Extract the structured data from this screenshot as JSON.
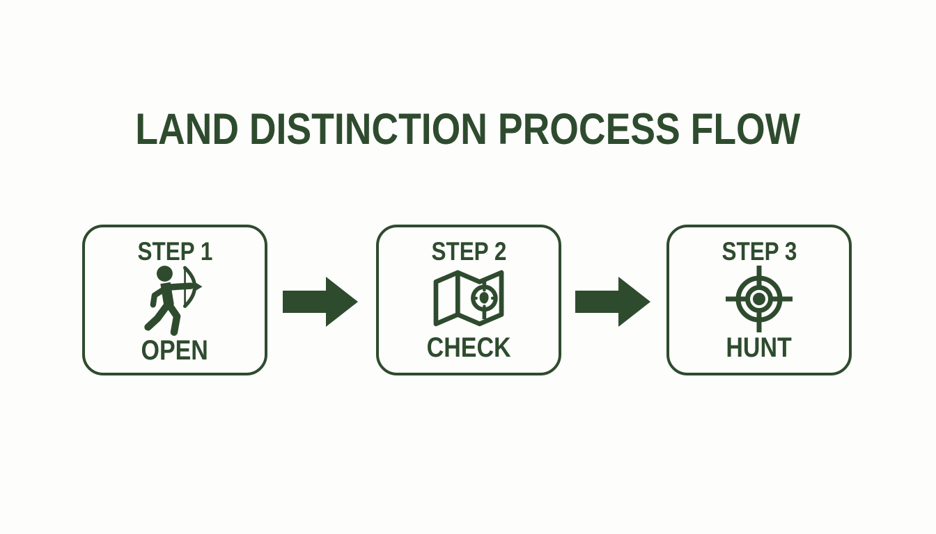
{
  "title": "LAND DISTINCTION PROCESS FLOW",
  "colors": {
    "primary": "#2e4b2e",
    "background": "#fdfdfc"
  },
  "steps": [
    {
      "step_label": "STEP 1",
      "action_label": "OPEN",
      "icon": "archer-bow-icon"
    },
    {
      "step_label": "STEP 2",
      "action_label": "CHECK",
      "icon": "trifold-map-compass-icon"
    },
    {
      "step_label": "STEP 3",
      "action_label": "HUNT",
      "icon": "crosshair-target-icon"
    }
  ],
  "connectors": [
    {
      "icon": "arrow-right-icon"
    },
    {
      "icon": "arrow-right-icon"
    }
  ]
}
